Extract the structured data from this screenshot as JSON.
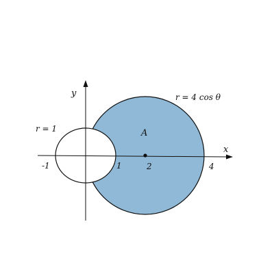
{
  "diagram": {
    "labels": {
      "y_axis": "y",
      "x_axis": "x",
      "curve_outer": "r = 4 cos θ",
      "curve_inner": "r = 1",
      "region": "A"
    },
    "ticks": {
      "neg_one": "-1",
      "one": "1",
      "two": "2",
      "four": "4"
    },
    "colors": {
      "region_fill": "#8fb9d6",
      "stroke": "#111111",
      "inner_fill": "#ffffff"
    }
  }
}
